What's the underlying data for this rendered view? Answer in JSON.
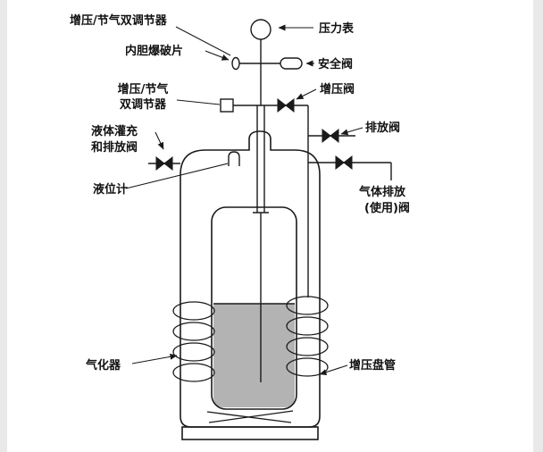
{
  "colors": {
    "line": "#1a1a1a",
    "liquid_fill": "#b3b3b3",
    "background": "#ffffff",
    "page_edge": "#e9e9e9"
  },
  "labels": {
    "regulator_top": "增压/节气双调节器",
    "burst_disc": "内胆爆破片",
    "pressure_gauge": "压力表",
    "safety_valve": "安全阀",
    "booster_valve": "增压阀",
    "regulator_mid_line1": "增压/节气",
    "regulator_mid_line2": "双调节器",
    "fill_drain_line1": "液体灌充",
    "fill_drain_line2": "和排放阀",
    "vent_valve": "排放阀",
    "level_gauge": "液位计",
    "gas_use_line1": "气体排放",
    "gas_use_line2": "(使用)阀",
    "vaporizer": "气化器",
    "pressure_coil": "增压盘管"
  }
}
